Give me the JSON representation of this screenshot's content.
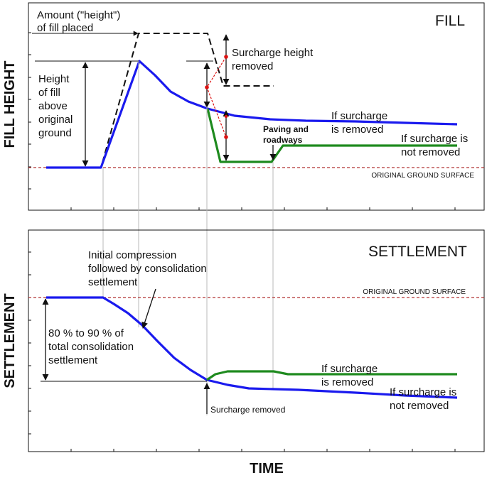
{
  "fill_panel": {
    "title": "FILL",
    "y_axis_label": "FILL HEIGHT",
    "amount_label_1": "Amount (\"height\")",
    "amount_label_2": "of fill placed",
    "height_label": [
      "Height",
      "of fill",
      "above",
      "original",
      "ground"
    ],
    "surcharge_label_1": "Surcharge height",
    "surcharge_label_2": "removed",
    "if_removed_1": "If surcharge",
    "if_removed_2": "is removed",
    "if_not_removed_1": "If surcharge is",
    "if_not_removed_2": "not removed",
    "paving_1": "Paving and",
    "paving_2": "roadways",
    "ground_label": "ORIGINAL GROUND SURFACE"
  },
  "settlement_panel": {
    "title": "SETTLEMENT",
    "y_axis_label": "SETTLEMENT",
    "initial_1": "Initial compression",
    "initial_2": "followed by consolidation",
    "initial_3": "settlement",
    "pct_1": "80 % to 90 % of",
    "pct_2": "total consolidation",
    "pct_3": "settlement",
    "if_removed_1": "If surcharge",
    "if_removed_2": "is removed",
    "if_not_removed_1": "If surcharge is",
    "if_not_removed_2": "not removed",
    "surcharge_removed": "Surcharge removed",
    "ground_label": "ORIGINAL GROUND SURFACE"
  },
  "x_axis_label": "TIME",
  "colors": {
    "blue": "#1a1aee",
    "green": "#1e8a1e",
    "ground": "#b03030",
    "red": "#dd1111",
    "gray": "#b8b8b8"
  }
}
